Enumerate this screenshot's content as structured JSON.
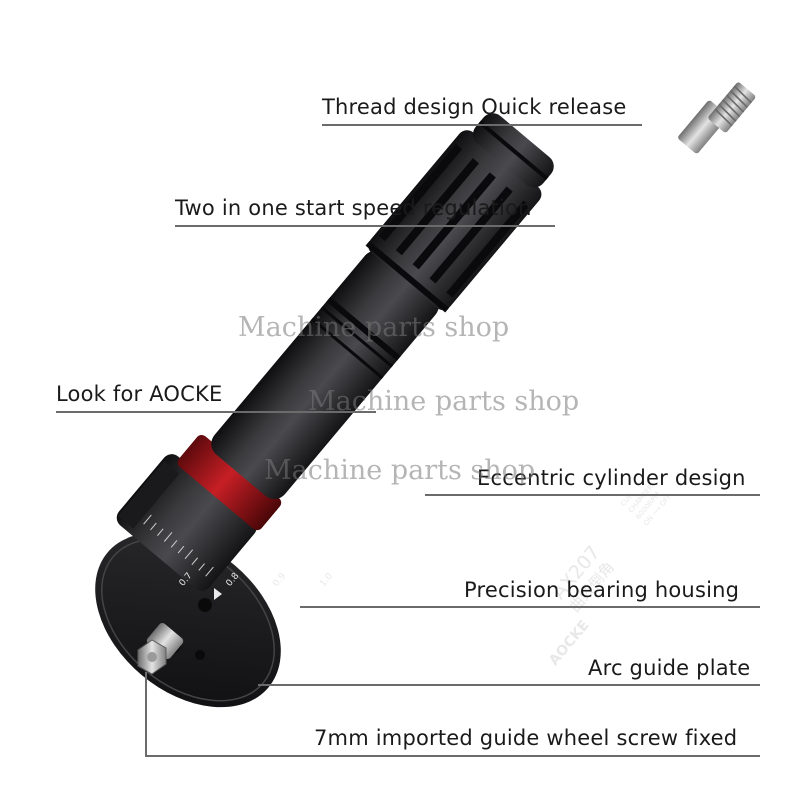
{
  "callouts": {
    "thread": "Thread design Quick release",
    "speed": "Two in one start speed regulation",
    "brand": "Look for AOCKE",
    "cylinder": "Eccentric cylinder design",
    "bearing": "Precision bearing housing",
    "plate": "Arc guide plate",
    "screw": "7mm imported guide wheel screw fixed"
  },
  "watermark": "Machine parts shop",
  "tool": {
    "brand": "AOCKE",
    "model": "AX207",
    "model_cn": "曲线倒角",
    "specs": [
      "CHAMFER",
      "6000RPM",
      "ON ⟶ OFF"
    ],
    "spec_prefix": "CUR",
    "scale": [
      "0.7",
      "0.8",
      "0.9",
      "1.0"
    ]
  },
  "colors": {
    "body": "#2a2a2c",
    "accent": "#b3191e",
    "text": "#1a1a1a",
    "leader": "#6b6b6b"
  }
}
